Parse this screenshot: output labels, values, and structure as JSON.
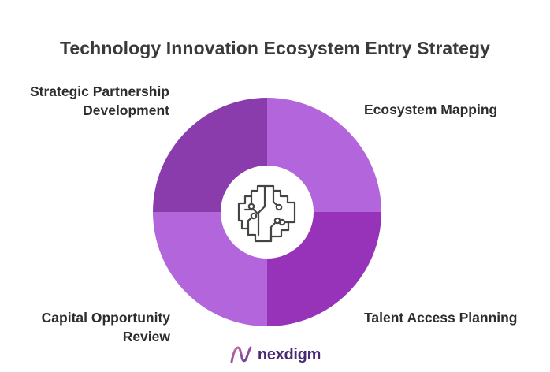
{
  "title": "Technology Innovation Ecosystem Entry Strategy",
  "segments": [
    {
      "label_lines": [
        "Ecosystem Mapping"
      ],
      "color": "#b366dc"
    },
    {
      "label_lines": [
        "Talent Access Planning"
      ],
      "color": "#9633b8"
    },
    {
      "label_lines": [
        "Capital Opportunity",
        "Review"
      ],
      "color": "#b366dc"
    },
    {
      "label_lines": [
        "Strategic Partnership",
        "Development"
      ],
      "color": "#8a3cad"
    }
  ],
  "center_icon": "brain-circuit-icon",
  "brand": {
    "name": "nexdigm",
    "logo_icon": "nexdigm-logo-icon",
    "color": "#4a2a72"
  }
}
